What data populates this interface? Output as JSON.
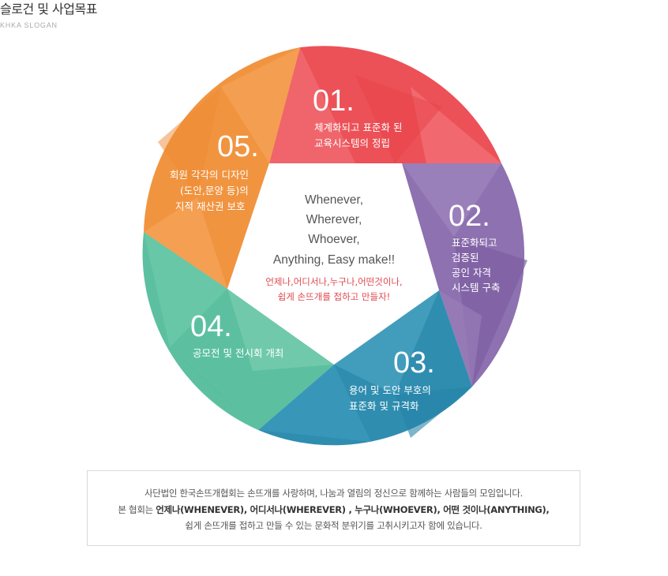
{
  "header": {
    "title": "슬로건 및 사업목표",
    "subtitle": "KHKA SLOGAN"
  },
  "colors": {
    "seg1": "#ec5157",
    "seg2": "#8e71b0",
    "seg3": "#2f8db0",
    "seg4": "#5cc0a0",
    "seg5": "#f19440",
    "accent_red": "#e0474d"
  },
  "wheel": {
    "center_en": [
      "Whenever,",
      "Wherever,",
      "Whoever,",
      "Anything, Easy make!!"
    ],
    "center_ko": [
      "언제나,어디서나,누구나,어떤것이나,",
      "쉽게 손뜨개를 접하고 만들자!"
    ],
    "segments": [
      {
        "number": "01.",
        "lines": [
          "체계화되고 표준화 된",
          "교육시스템의 정립"
        ]
      },
      {
        "number": "02.",
        "lines": [
          "표준화되고",
          "검증된",
          "공인 자격",
          "시스템 구축"
        ]
      },
      {
        "number": "03.",
        "lines": [
          "용어 및 도안 부호의",
          "표준화 및 규격화"
        ]
      },
      {
        "number": "04.",
        "lines": [
          "공모전 및 전시회 개최"
        ]
      },
      {
        "number": "05.",
        "lines": [
          "회원 각각의 디자인",
          "(도안,문양 등)의",
          "지적 재산권 보호"
        ]
      }
    ]
  },
  "info": {
    "line1": "사단법인 한국손뜨개협회는 손뜨개를 사랑하며, 나눔과 열림의 정신으로 함께하는 사람들의 모임입니다.",
    "line2_prefix": "본 협회는 ",
    "line2_bold": "언제나(WHENEVER), 어디서나(WHEREVER) , 누구나(WHOEVER), 어떤 것이나(ANYTHING),",
    "line3": "쉽게 손뜨개를 접하고 만들 수 있는 문화적 분위기를 고취시키고자 함에 있습니다."
  }
}
